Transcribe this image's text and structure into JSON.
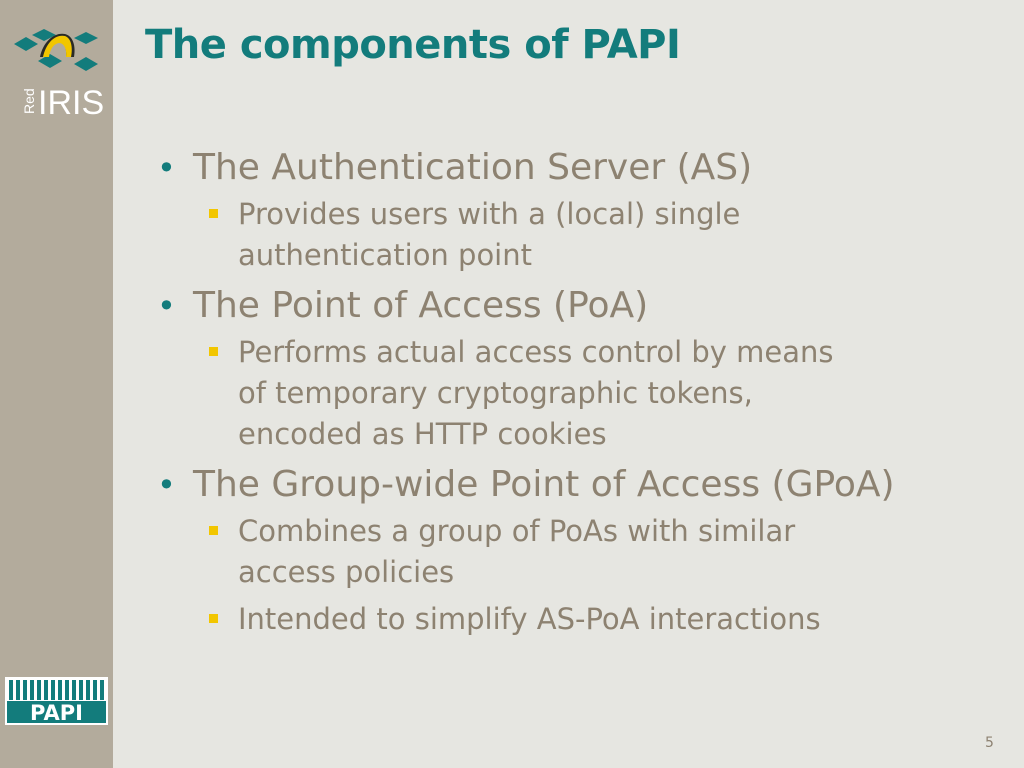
{
  "logo_top": {
    "brand_small": "Red",
    "brand_large": "IRIS"
  },
  "logo_bottom": {
    "text": "PAPI"
  },
  "slide": {
    "title": "The components of PAPI",
    "number": "5",
    "items": [
      {
        "text": "The Authentication Server (AS)",
        "subitems": [
          {
            "lines": [
              "Provides users with a (local) single",
              "authentication point"
            ]
          }
        ]
      },
      {
        "text": "The Point of Access (PoA)",
        "subitems": [
          {
            "lines": [
              "Performs actual access control by means",
              "of temporary cryptographic tokens,",
              "encoded as HTTP cookies"
            ]
          }
        ]
      },
      {
        "text": "The Group-wide Point of Access (GPoA)",
        "subitems": [
          {
            "lines": [
              "Combines a group of PoAs with similar",
              "access policies"
            ]
          },
          {
            "lines": [
              "Intended to simplify AS-PoA interactions"
            ]
          }
        ]
      }
    ]
  },
  "colors": {
    "background": "#e6e6e1",
    "sidebar": "#b3ab9c",
    "title": "#137c7c",
    "body_text": "#8d8271",
    "level2_bullet": "#f2c600"
  }
}
